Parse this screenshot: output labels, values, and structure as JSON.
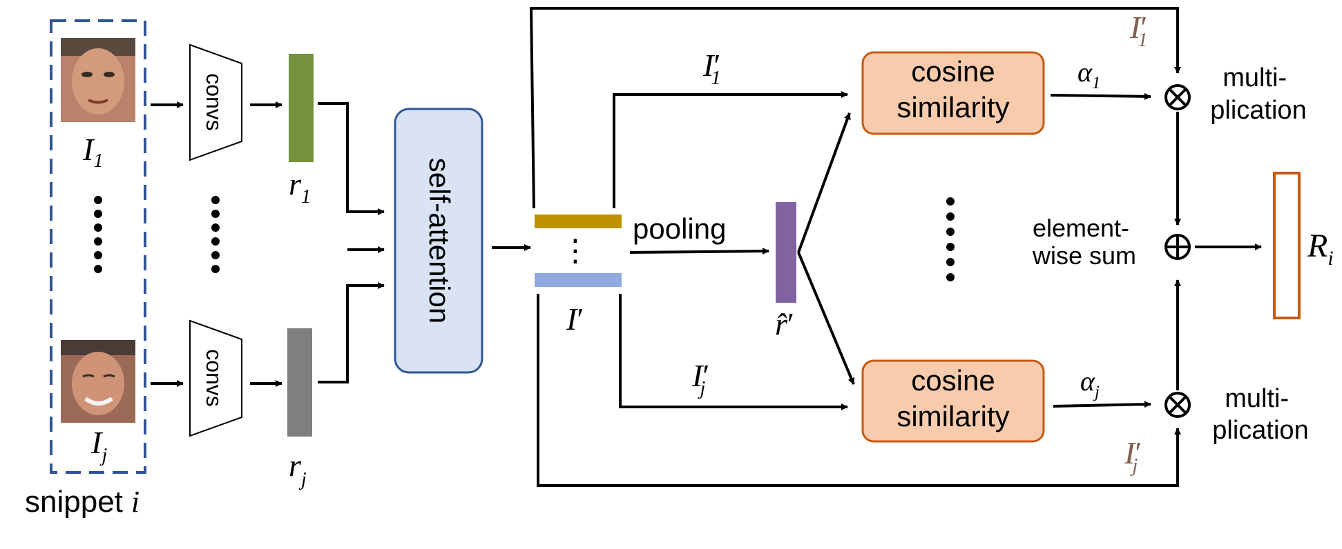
{
  "snippet": {
    "label": "snippet",
    "index": "i",
    "frames": [
      {
        "symbol": "I",
        "sub": "1",
        "face": "face-icon"
      },
      {
        "symbol": "I",
        "sub": "j",
        "face": "face-icon"
      }
    ]
  },
  "convs": {
    "label": "convs"
  },
  "features": [
    {
      "symbol": "r",
      "sub": "1",
      "color": "#76923c"
    },
    {
      "symbol": "r",
      "sub": "j",
      "color": "#7f7f7f"
    }
  ],
  "self_attention": {
    "label": "self-attention",
    "fill": "#dae3f3",
    "stroke": "#2f5597"
  },
  "refined": {
    "symbol": "I",
    "prime": "′",
    "top_bar_color": "#bf9000",
    "bottom_bar_color": "#8faadc",
    "dots": "⋮"
  },
  "pooling": {
    "label": "pooling"
  },
  "pooled": {
    "symbol": "r̂",
    "prime": "′",
    "color": "#8064a2"
  },
  "branch_labels": {
    "top": {
      "symbol": "I",
      "prime": "′",
      "sub": "1"
    },
    "bottom": {
      "symbol": "I",
      "prime": "′",
      "sub": "j"
    },
    "bypass_top": {
      "symbol": "I",
      "prime": "′",
      "sub": "1",
      "color": "#7f5f4f"
    },
    "bypass_bottom": {
      "symbol": "I",
      "prime": "′",
      "sub": "j",
      "color": "#7f5f4f"
    }
  },
  "cosine": {
    "line1": "cosine",
    "line2": "similarity",
    "fill": "#f8cbad",
    "stroke": "#c55a11"
  },
  "alphas": [
    {
      "symbol": "α",
      "sub": "1"
    },
    {
      "symbol": "α",
      "sub": "j"
    }
  ],
  "multiplication": {
    "line1": "multi-",
    "line2": "plication",
    "symbol": "⊗"
  },
  "sum": {
    "line1": "element-",
    "line2": "wise sum",
    "symbol": "⊕"
  },
  "output": {
    "symbol": "R",
    "sub": "i",
    "stroke": "#c55a11"
  }
}
